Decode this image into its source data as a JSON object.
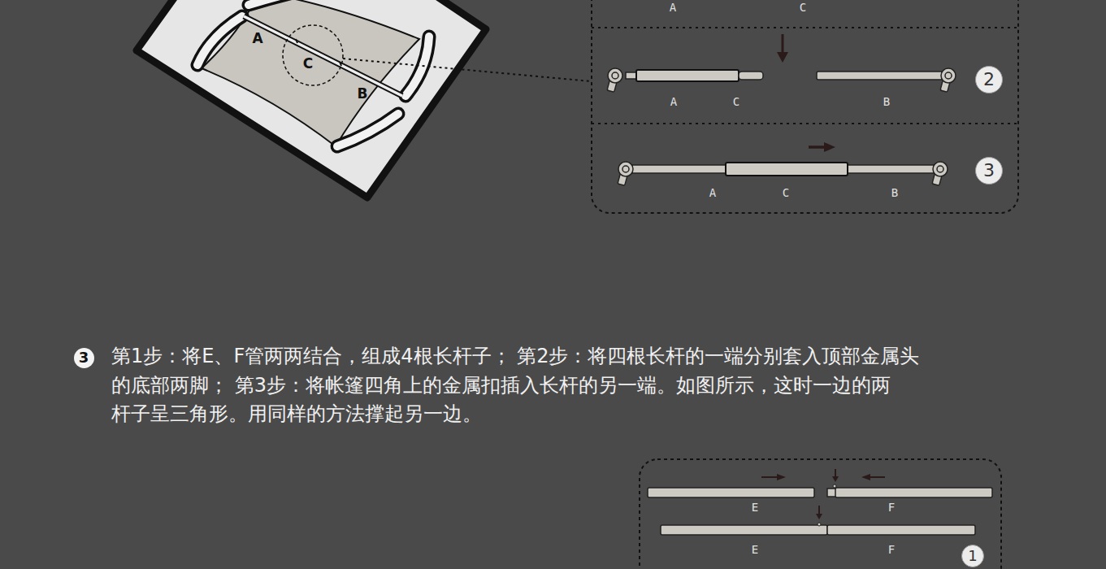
{
  "diagram": {
    "nodes": [
      {
        "text": [
          "2"
        ]
      },
      {
        "text": [
          "3"
        ]
      },
      {
        "text": [
          "3"
        ]
      },
      {
        "text": [
          "1"
        ]
      }
    ],
    "labels": [
      "A",
      "C",
      "A",
      "C",
      "B",
      "A",
      "C",
      "B",
      "A",
      "C",
      "B",
      "第1步：将E、F管两两结合，组成4根长杆子； 第2步：将四根长杆的一端分别套入顶部金属头",
      "的底部两脚； 第3步：将帐篷四角上的金属扣插入长杆的另一端。如图所示，这时一边的两",
      "杆子呈三角形。用同样的方法撑起另一边。",
      "E",
      "F",
      "E",
      "F"
    ]
  }
}
